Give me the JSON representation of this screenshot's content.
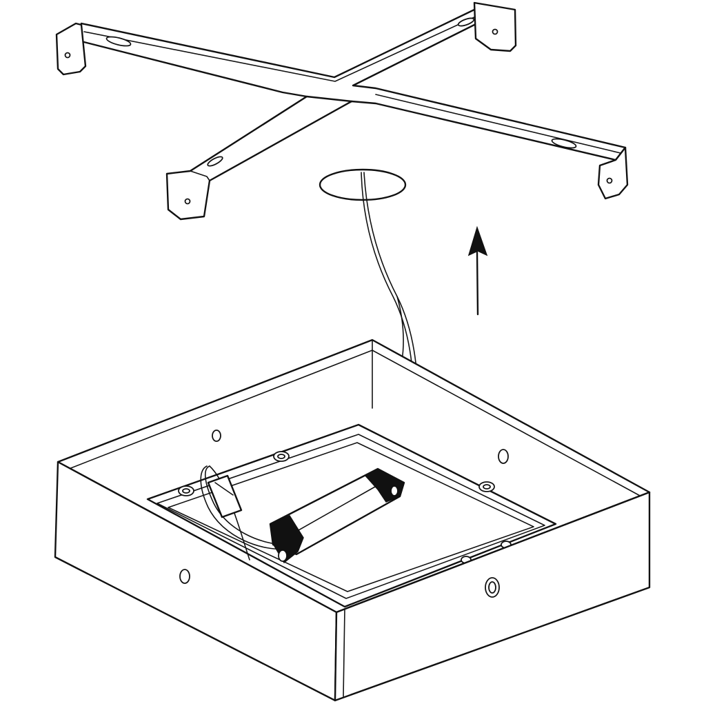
{
  "figure": {
    "type": "assembly-diagram",
    "parts": [
      {
        "id": "cross-mounting-bracket",
        "icon": "cross-bracket-icon"
      },
      {
        "id": "ceiling-cable-hole",
        "icon": "hole-icon"
      },
      {
        "id": "supply-cable",
        "icon": "cable-icon"
      },
      {
        "id": "square-luminaire-housing",
        "icon": "square-box-icon"
      },
      {
        "id": "led-driver",
        "icon": "driver-icon"
      },
      {
        "id": "direction-arrow",
        "icon": "arrow-up-icon"
      }
    ],
    "line_color": "#111111",
    "background": "#ffffff"
  }
}
